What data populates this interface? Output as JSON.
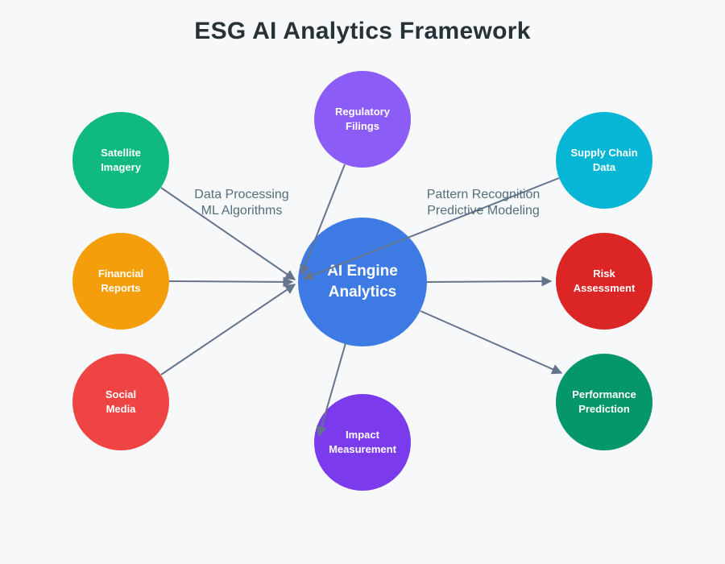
{
  "title": "ESG AI Analytics Framework",
  "colors": {
    "background": "#f7f8fa",
    "title_text": "#263238",
    "edge_label_text": "#546e7a",
    "connector": "#64748b",
    "node_text": "#ffffff"
  },
  "center_node": {
    "id": "ai-engine",
    "line1": "AI Engine",
    "line2": "Analytics",
    "color": "#3d7ae4"
  },
  "nodes": [
    {
      "id": "satellite-imagery",
      "line1": "Satellite",
      "line2": "Imagery",
      "color": "#10b981"
    },
    {
      "id": "financial-reports",
      "line1": "Financial",
      "line2": "Reports",
      "color": "#f59e0b"
    },
    {
      "id": "social-media",
      "line1": "Social",
      "line2": "Media",
      "color": "#ef4444"
    },
    {
      "id": "regulatory-filings",
      "line1": "Regulatory",
      "line2": "Filings",
      "color": "#8b5cf6"
    },
    {
      "id": "supply-chain-data",
      "line1": "Supply Chain",
      "line2": "Data",
      "color": "#06b6d4"
    },
    {
      "id": "risk-assessment",
      "line1": "Risk",
      "line2": "Assessment",
      "color": "#dc2626"
    },
    {
      "id": "performance-prediction",
      "line1": "Performance",
      "line2": "Prediction",
      "color": "#059669"
    },
    {
      "id": "impact-measurement",
      "line1": "Impact",
      "line2": "Measurement",
      "color": "#7c3aed"
    }
  ],
  "edge_labels": {
    "left": {
      "line1": "Data Processing",
      "line2": "ML Algorithms"
    },
    "right": {
      "line1": "Pattern Recognition",
      "line2": "Predictive Modeling"
    }
  },
  "edges": [
    {
      "from": "satellite-imagery",
      "to": "ai-engine"
    },
    {
      "from": "financial-reports",
      "to": "ai-engine"
    },
    {
      "from": "social-media",
      "to": "ai-engine"
    },
    {
      "from": "regulatory-filings",
      "to": "ai-engine"
    },
    {
      "from": "supply-chain-data",
      "to": "ai-engine"
    },
    {
      "from": "ai-engine",
      "to": "risk-assessment"
    },
    {
      "from": "ai-engine",
      "to": "performance-prediction"
    },
    {
      "from": "ai-engine",
      "to": "impact-measurement"
    }
  ]
}
